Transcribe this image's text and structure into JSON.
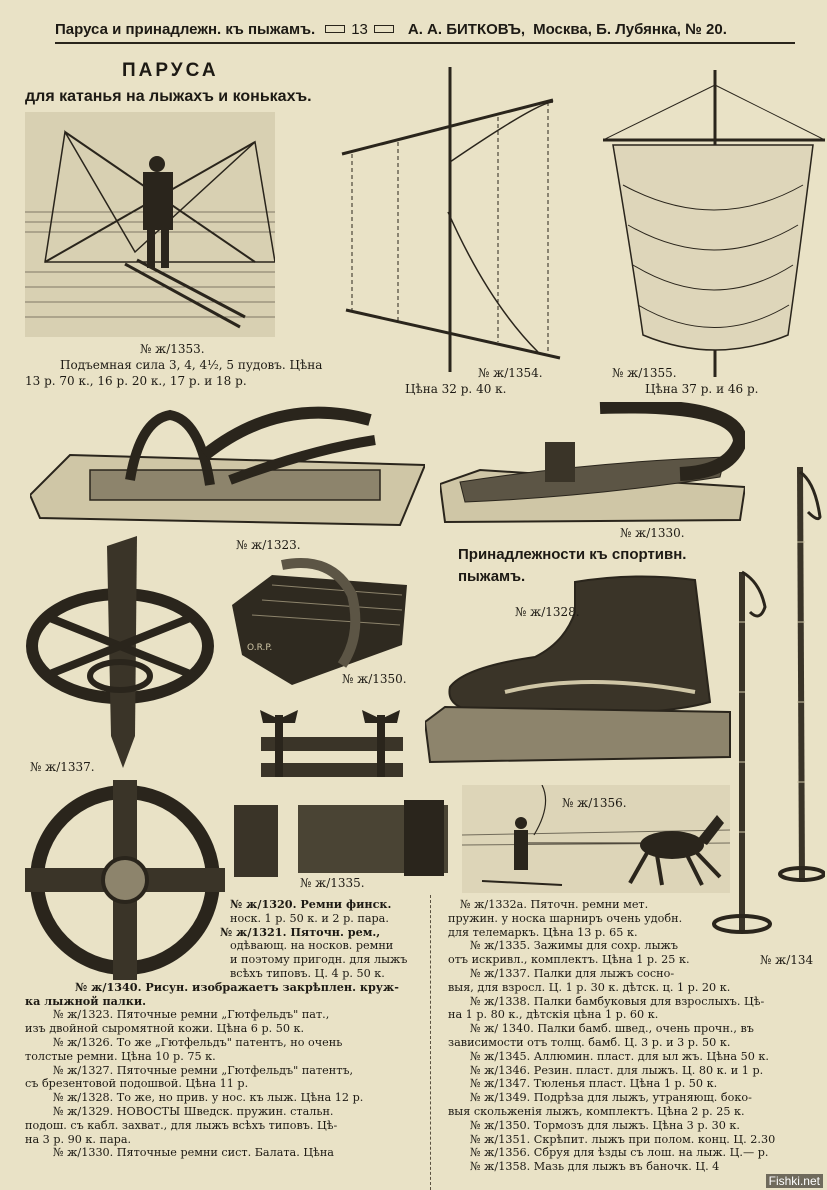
{
  "header": {
    "left": "Паруса и принадлежн. къ пыжамъ.",
    "page_number": "13",
    "publisher": "А. А. БИТКОВЪ,",
    "address": "Москва, Б. Лубянка, № 20."
  },
  "section_sails": {
    "title": "ПАРУСА",
    "subtitle": "для катанья на лыжахъ и конькахъ."
  },
  "captions": {
    "c1353": "№ ж/1353.",
    "c1353_line1": "Подъемная сила 3, 4, 4½, 5 пудовъ. Цѣна",
    "c1353_line2": "13 р. 70 к., 16 р. 20 к., 17 р. и 18 р.",
    "c1354": "№ ж/1354.",
    "c1354_price": "Цѣна 32 р. 40 к.",
    "c1355": "№ ж/1355.",
    "c1355_price": "Цѣна 37 р. и 46 р.",
    "c1323": "№ ж/1323.",
    "c1330": "№ ж/1330.",
    "c1328": "№ ж/1328.",
    "c1350": "№ ж/1350.",
    "c1337": "№ ж/1337.",
    "c1356": "№ ж/1356.",
    "c1335": "№ ж/1335.",
    "c134": "№ ж/134"
  },
  "section_accessories": {
    "line1": "Принадлежности къ спортивн.",
    "line2": "пыжамъ."
  },
  "left_column": [
    "№ ж/1320. Ремни финск.",
    "носк. 1 р. 50 к. и 2 р. пара.",
    "№ ж/1321. Пяточн. рем.,",
    "одѣвающ. на носков. ремни",
    "и поэтому пригодн. для лыжъ",
    "всѣхъ типовъ. Ц. 4 р. 50 к.",
    "№ ж/1340. Рисун. изображаетъ закрѣплен. круж-",
    "ка лыжной палки.",
    "№ ж/1323. Пяточные ремни „Гютфельдъ\" пат.,",
    "изъ двойной сыромятной кожи. Цѣна 6 р. 50 к.",
    "№ ж/1326. То же „Гютфельдъ\" патентъ, но очень",
    "толстые ремни. Цѣна 10 р. 75 к.",
    "№ ж/1327. Пяточные ремни „Гютфельдъ\" патентъ,",
    "съ брезентовой подошвой. Цѣна 11 р.",
    "№ ж/1328. То же, но прив. у нос. къ лыж. Цѣна 12 р.",
    "№ ж/1329. НОВОСТЫ Шведск. пружин. стальн.",
    "подош. съ кабл. захват., для лыжъ всѣхъ типовъ. Цѣ-",
    "на 3 р. 90 к. пара.",
    "№ ж/1330. Пяточные ремни сист. Балата. Цѣна"
  ],
  "right_column": [
    "№ ж/1332а. Пяточн. ремни мет.",
    "пружин. у носка шарниръ очень удобн.",
    "для телемаркъ. Цѣна 13 р. 65 к.",
    "№ ж/1335. Зажимы для сохр. лыжъ",
    "отъ искривл., комплектъ. Цѣна 1 р. 25 к.",
    "№ ж/1337. Палки для лыжъ сосно-",
    "выя, для взросл. Ц. 1 р. 30 к. дѣтск. ц. 1 р. 20 к.",
    "№ ж/1338. Палки бамбуковыя для взрослыхъ. Цѣ-",
    "на 1 р. 80 к., дѣтскія цѣна 1 р. 60 к.",
    "№ ж/ 1340. Палки бамб. швед., очень прочн., въ",
    "зависимости отъ толщ. бамб. Ц. 3 р. и 3 р. 50 к.",
    "№ ж/1345. Аллюмин. пласт. для ыл жъ. Цѣна 50 к.",
    "№ ж/1346. Резин. пласт. для лыжъ. Ц. 80 к. и 1 р.",
    "№ ж/1347. Тюленья пласт. Цѣна 1 р. 50 к.",
    "№ ж/1349. Подрѣза для лыжъ, утраняющ. боко-",
    "выя скольженія лыжъ, комплектъ. Цѣна 2 р. 25 к.",
    "№ ж/1350. Тормозъ для лыжъ. Цѣна 3 р. 30 к.",
    "№ ж/1351. Скрѣпит. лыжъ при полом. конц. Ц. 2.30",
    "№ ж/1356. Сбруя для ѣзды съ лош. на лыж. Ц.— р.",
    "№ ж/1358. Мазь для лыжъ въ баночк. Ц. 4"
  ],
  "watermark": "Fishki.net"
}
